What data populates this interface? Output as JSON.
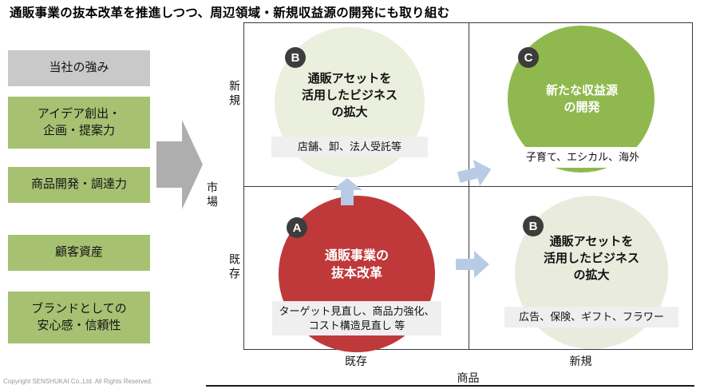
{
  "page": {
    "title": "通販事業の抜本改革を推進しつつ、周辺領域・新規収益源の開発にも取り組む",
    "copyright": "Copyright SENSHUKAI Co.,Ltd. All Rights Reserved."
  },
  "strengths": {
    "header": "当社の強み",
    "items": [
      "アイデア創出・\n企画・提案力",
      "商品開発・調達力",
      "顧客資産",
      "ブランドとしての\n安心感・信頼性"
    ]
  },
  "matrix": {
    "y_axis": {
      "label": "市場",
      "top": "新規",
      "bottom": "既存"
    },
    "x_axis": {
      "label": "商品",
      "left": "既存",
      "right": "新規"
    },
    "quadrants": {
      "top_left": {
        "badge": "B",
        "title": "通販アセットを\n活用したビジネス\nの拡大",
        "note": "店舗、卸、法人受託等"
      },
      "top_right": {
        "badge": "C",
        "title": "新たな収益源\nの開発",
        "note": "子育て、エシカル、海外"
      },
      "bottom_left": {
        "badge": "A",
        "title": "通販事業の\n抜本改革",
        "note": "ターゲット見直し、商品力強化、\nコスト構造見直し 等"
      },
      "bottom_right": {
        "badge": "B",
        "title": "通販アセットを\n活用したビジネス\nの拡大",
        "note": "広告、保険、ギフト、フラワー"
      }
    }
  },
  "colors": {
    "strength_header_gray": "#c9c9c9",
    "strength_item_green": "#a6c172",
    "reform_red": "#bf393b",
    "asset_light_green": "#ebefdd",
    "new_revenue_green": "#8fb94e",
    "badge_dark": "#3d3d3d",
    "note_gray": "#efefef",
    "flow_arrow_blue": "#b7cbe4",
    "big_arrow_gray": "#aeaeae"
  }
}
